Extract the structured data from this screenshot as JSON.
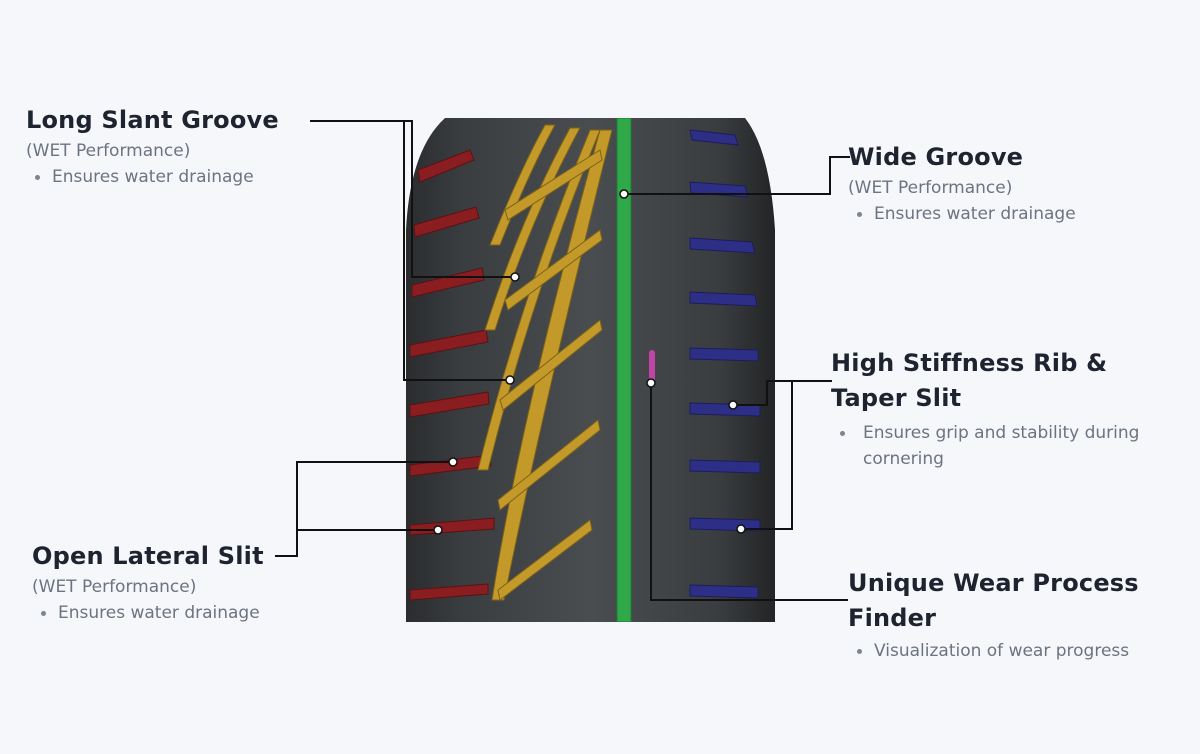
{
  "callouts": {
    "long_slant_groove": {
      "title": "Long Slant Groove",
      "subtitle": "(WET Performance)",
      "bullets": [
        "Ensures water drainage"
      ]
    },
    "wide_groove": {
      "title": "Wide Groove",
      "subtitle": "(WET Performance)",
      "bullets": [
        "Ensures water drainage"
      ]
    },
    "high_stiffness_rib": {
      "title_line1": "High Stiffness Rib &",
      "title_line2": "Taper Slit",
      "bullets": [
        "Ensures grip and stability during",
        "cornering"
      ]
    },
    "open_lateral_slit": {
      "title": "Open Lateral Slit",
      "subtitle": "(WET Performance)",
      "bullets": [
        "Ensures water drainage"
      ]
    },
    "unique_wear_process": {
      "title_line1": "Unique Wear Process",
      "title_line2": "Finder",
      "bullets": [
        "Visualization of wear progress"
      ]
    }
  },
  "colors": {
    "background": "#f5f7fa",
    "tire": "#3b3e41",
    "long_slant_groove": "#c39a2a",
    "wide_groove": "#2fa84a",
    "open_lateral_slit": "#8a1d20",
    "high_stiffness_rib": "#2d2f86",
    "wear_finder": "#c044a6",
    "leader_line": "#111111"
  },
  "icons": [
    "tire-tread-image"
  ]
}
